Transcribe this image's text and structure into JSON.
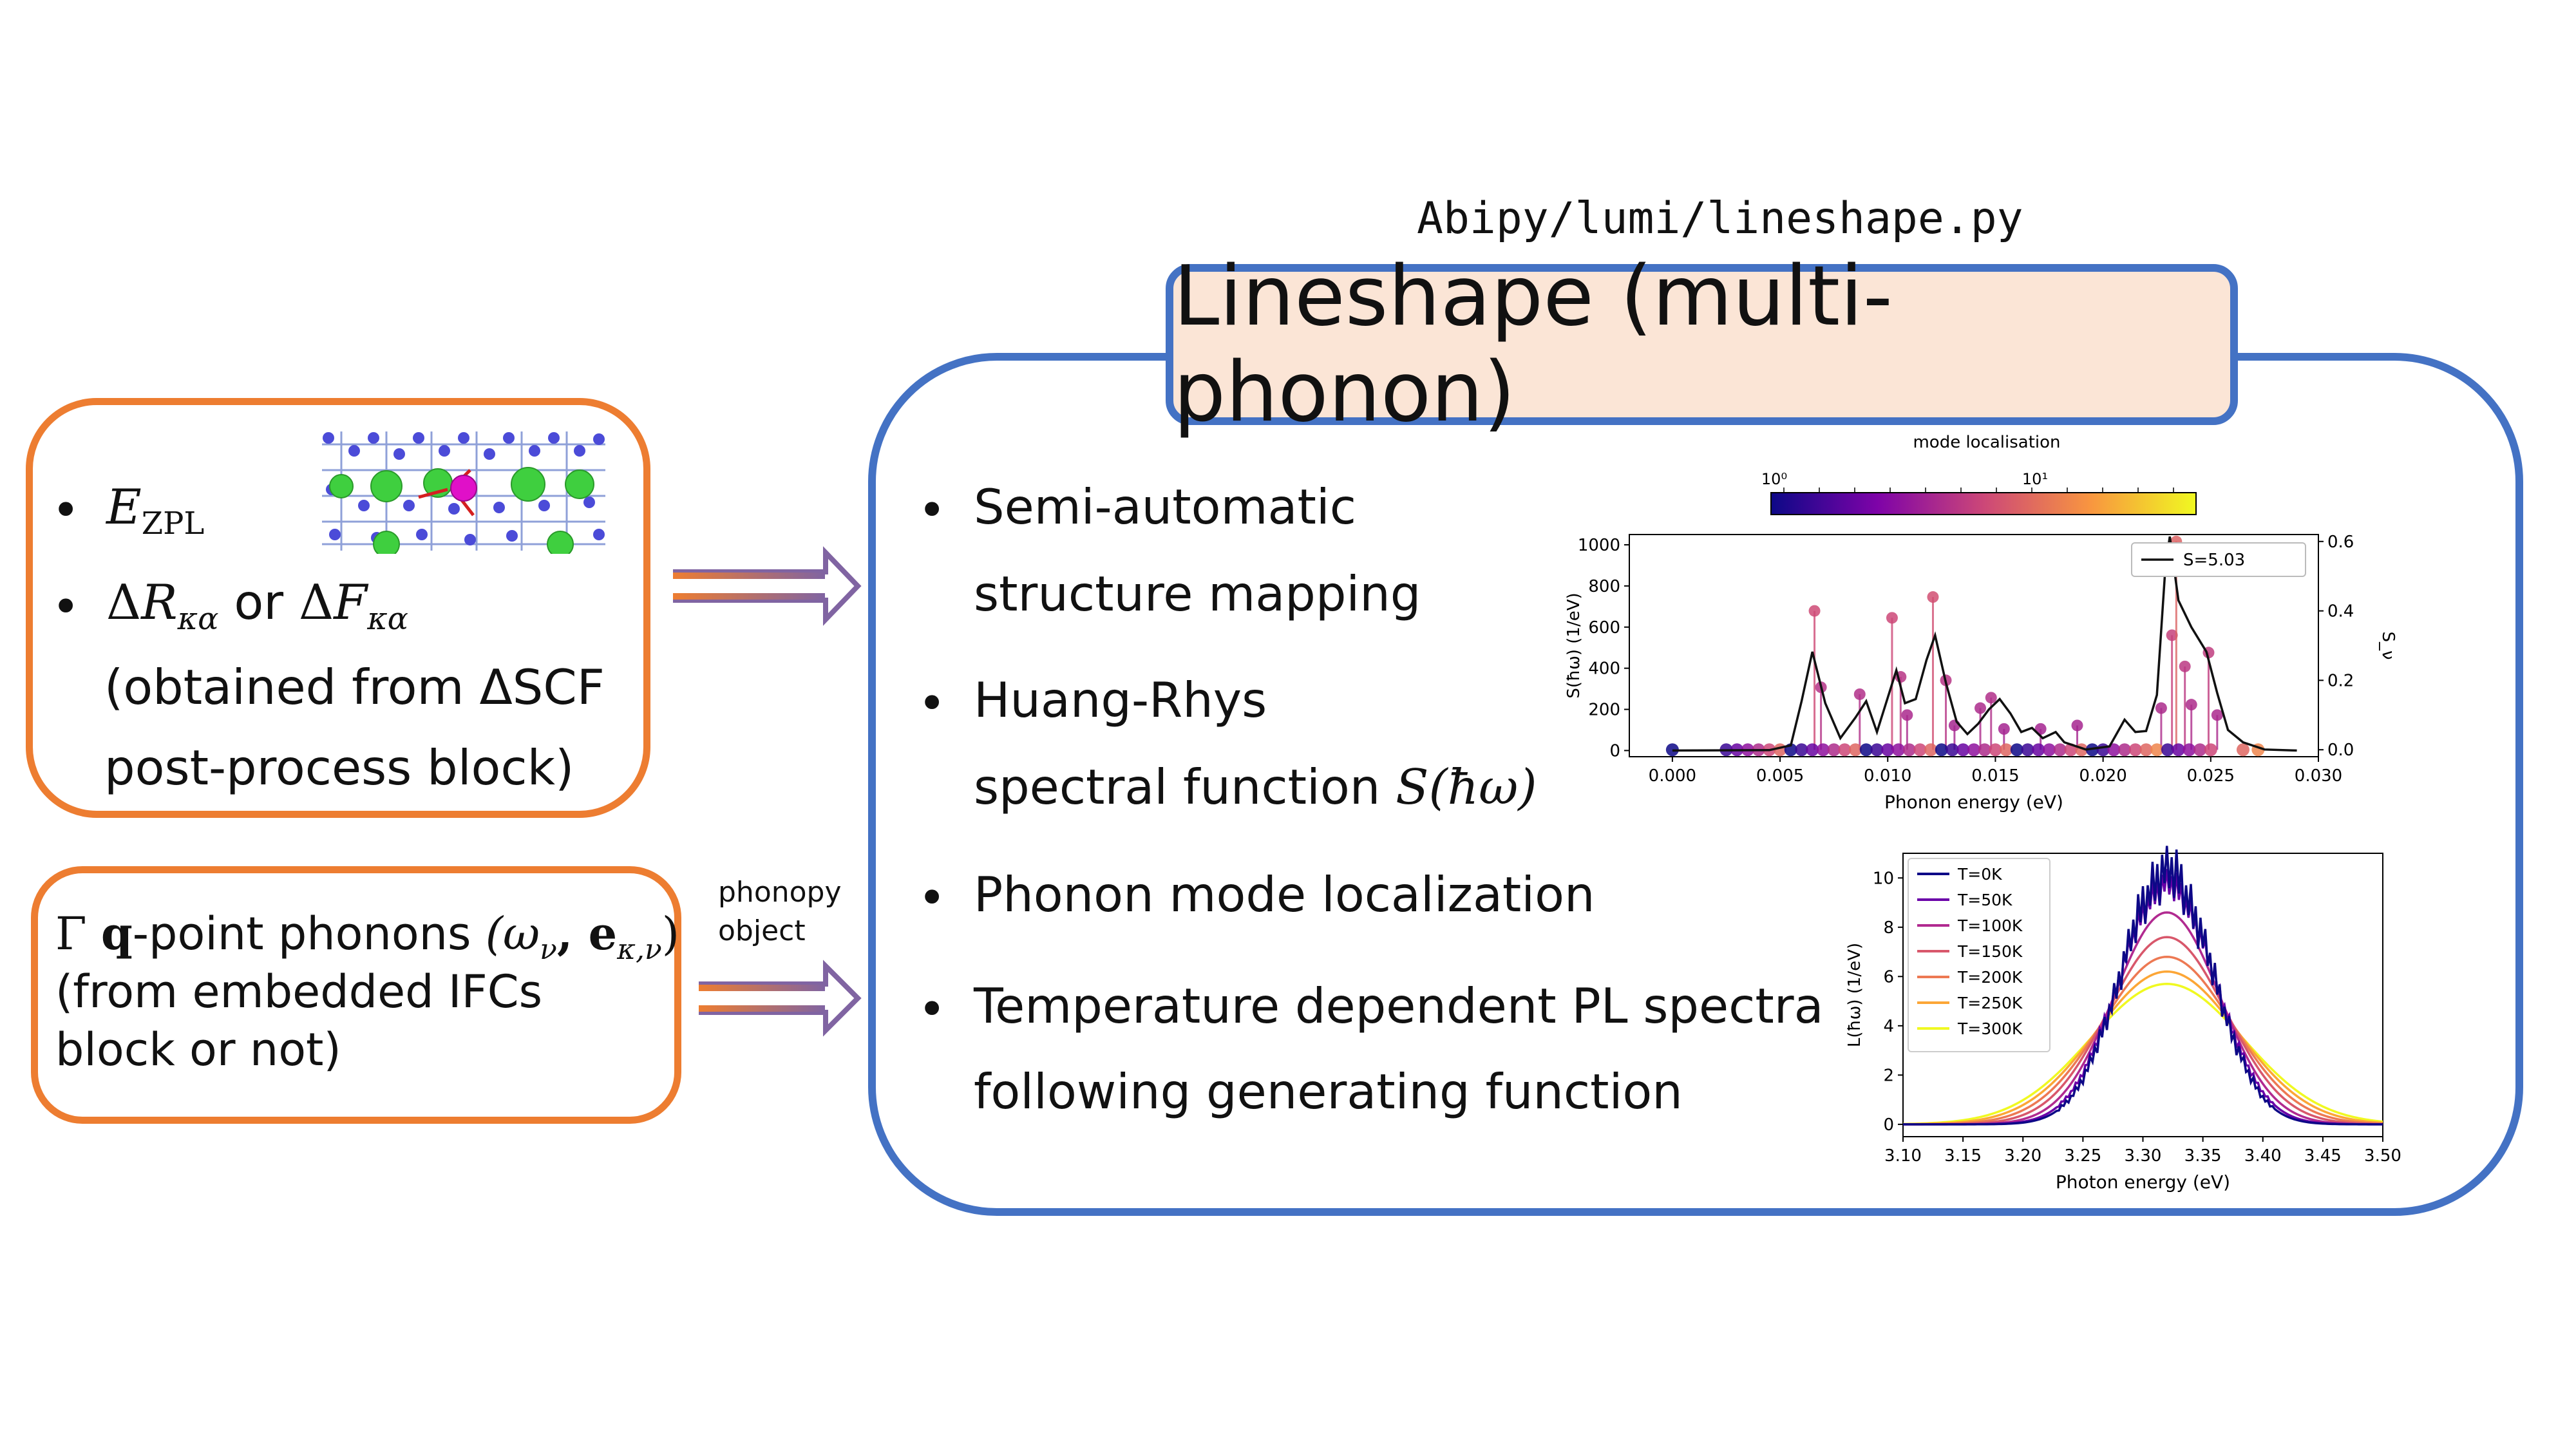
{
  "module_path": "Abipy/lumi/lineshape.py",
  "title": "Lineshape (multi-phonon)",
  "left_top": {
    "e_zpl": {
      "symbol": "E",
      "subscript": "ZPL"
    },
    "delta_line": {
      "delta": "Δ",
      "r": "R",
      "f": "F",
      "sub": "κα",
      "or": "or"
    },
    "obtained_1": "(obtained from ΔSCF",
    "obtained_2": "post-process block)"
  },
  "left_bottom": {
    "gamma": "Γ",
    "qpoint": "q",
    "line1": "-point phonons",
    "tuple": "(ω",
    "tuple_sub1": "ν",
    "tuple_mid": ", e",
    "tuple_sub2": "κ,ν",
    "tuple_end": ")",
    "line2": "(from embedded IFCs",
    "line3": "block or not)"
  },
  "phonopy_label_1": "phonopy",
  "phonopy_label_2": "object",
  "bullets": {
    "b1_l1": "Semi-automatic",
    "b1_l2": "structure mapping",
    "b2_l1": "Huang-Rhys",
    "b2_l2": "spectral function",
    "b2_math": "S(ħω)",
    "b3": "Phonon mode localization",
    "b4_l1": "Temperature dependent PL spectra",
    "b4_l2": "following generating function"
  },
  "colors": {
    "orange": "#ED7D31",
    "blue": "#4472C4",
    "title_fill": "#FBE5D6",
    "arrow": "#8064A2"
  },
  "chart_data": [
    {
      "type": "scatter",
      "colorbar_label": "mode localisation",
      "colorbar_ticks": [
        "10⁰",
        "10¹"
      ],
      "xlabel": "Phonon energy (eV)",
      "ylabel": "S(ħω)  (1/eV)",
      "ylabel_right": "S_ν",
      "xlim": [
        -0.002,
        0.03
      ],
      "ylim": [
        -30,
        1050
      ],
      "ylim_right": [
        -0.02,
        0.62
      ],
      "x_ticks": [
        "0.000",
        "0.005",
        "0.010",
        "0.015",
        "0.020",
        "0.025",
        "0.030"
      ],
      "y_ticks": [
        "0",
        "200",
        "400",
        "600",
        "800",
        "1000"
      ],
      "y_right_ticks": [
        "0.0",
        "0.2",
        "0.4",
        "0.6"
      ],
      "legend": "S=5.03",
      "curve": [
        [
          0.0,
          0
        ],
        [
          0.0045,
          2
        ],
        [
          0.0055,
          25
        ],
        [
          0.006,
          240
        ],
        [
          0.0065,
          480
        ],
        [
          0.0071,
          230
        ],
        [
          0.0078,
          60
        ],
        [
          0.0085,
          160
        ],
        [
          0.009,
          240
        ],
        [
          0.0095,
          90
        ],
        [
          0.0101,
          290
        ],
        [
          0.0104,
          390
        ],
        [
          0.0108,
          230
        ],
        [
          0.0113,
          250
        ],
        [
          0.0118,
          440
        ],
        [
          0.0122,
          560
        ],
        [
          0.0127,
          330
        ],
        [
          0.0132,
          140
        ],
        [
          0.0137,
          80
        ],
        [
          0.0142,
          130
        ],
        [
          0.0147,
          200
        ],
        [
          0.0152,
          250
        ],
        [
          0.0157,
          180
        ],
        [
          0.0162,
          90
        ],
        [
          0.0167,
          110
        ],
        [
          0.0172,
          60
        ],
        [
          0.0178,
          90
        ],
        [
          0.0182,
          40
        ],
        [
          0.0192,
          5
        ],
        [
          0.0203,
          20
        ],
        [
          0.021,
          150
        ],
        [
          0.0215,
          90
        ],
        [
          0.022,
          95
        ],
        [
          0.0225,
          270
        ],
        [
          0.0229,
          900
        ],
        [
          0.0231,
          1040
        ],
        [
          0.0235,
          730
        ],
        [
          0.0241,
          600
        ],
        [
          0.0248,
          480
        ],
        [
          0.0253,
          280
        ],
        [
          0.0258,
          100
        ],
        [
          0.0265,
          40
        ],
        [
          0.0275,
          5
        ],
        [
          0.029,
          0
        ]
      ],
      "sticks": [
        [
          0.0066,
          0.4
        ],
        [
          0.0069,
          0.18
        ],
        [
          0.0087,
          0.16
        ],
        [
          0.0102,
          0.38
        ],
        [
          0.0106,
          0.21
        ],
        [
          0.0109,
          0.1
        ],
        [
          0.0121,
          0.44
        ],
        [
          0.0127,
          0.2
        ],
        [
          0.0131,
          0.07
        ],
        [
          0.0143,
          0.12
        ],
        [
          0.0148,
          0.15
        ],
        [
          0.0154,
          0.06
        ],
        [
          0.0171,
          0.06
        ],
        [
          0.0188,
          0.07
        ],
        [
          0.0227,
          0.12
        ],
        [
          0.0232,
          0.33
        ],
        [
          0.0234,
          0.6
        ],
        [
          0.0238,
          0.24
        ],
        [
          0.0241,
          0.13
        ],
        [
          0.0249,
          0.28
        ],
        [
          0.0253,
          0.1
        ]
      ],
      "scatter_points": [
        [
          0.0,
          0.0
        ],
        [
          0.0025,
          0.0
        ],
        [
          0.003,
          0.0
        ],
        [
          0.0035,
          0.0
        ],
        [
          0.004,
          0.0
        ],
        [
          0.0045,
          0.0
        ],
        [
          0.005,
          0.0
        ],
        [
          0.0055,
          0.0
        ],
        [
          0.006,
          0.0
        ],
        [
          0.0065,
          0.0
        ],
        [
          0.007,
          0.0
        ],
        [
          0.0075,
          0.0
        ],
        [
          0.008,
          0.0
        ],
        [
          0.0085,
          0.0
        ],
        [
          0.009,
          0.0
        ],
        [
          0.0095,
          0.0
        ],
        [
          0.01,
          0.0
        ],
        [
          0.0105,
          0.0
        ],
        [
          0.011,
          0.0
        ],
        [
          0.0115,
          0.0
        ],
        [
          0.012,
          0.0
        ],
        [
          0.0125,
          0.0
        ],
        [
          0.013,
          0.0
        ],
        [
          0.0135,
          0.0
        ],
        [
          0.014,
          0.0
        ],
        [
          0.0145,
          0.0
        ],
        [
          0.015,
          0.0
        ],
        [
          0.0155,
          0.0
        ],
        [
          0.016,
          0.0
        ],
        [
          0.0165,
          0.0
        ],
        [
          0.017,
          0.0
        ],
        [
          0.0175,
          0.0
        ],
        [
          0.018,
          0.0
        ],
        [
          0.0185,
          0.0
        ],
        [
          0.019,
          0.0
        ],
        [
          0.0195,
          0.0
        ],
        [
          0.02,
          0.0
        ],
        [
          0.0205,
          0.0
        ],
        [
          0.021,
          0.0
        ],
        [
          0.0215,
          0.0
        ],
        [
          0.022,
          0.0
        ],
        [
          0.0225,
          0.0
        ],
        [
          0.023,
          0.0
        ],
        [
          0.0235,
          0.0
        ],
        [
          0.024,
          0.0
        ],
        [
          0.0245,
          0.0
        ],
        [
          0.025,
          0.0
        ],
        [
          0.0265,
          0.0
        ],
        [
          0.0272,
          0.0
        ]
      ],
      "cmap": [
        "#0d0887",
        "#7e03a8",
        "#cc4778",
        "#f89540",
        "#f0f921"
      ]
    },
    {
      "type": "line",
      "xlabel": "Photon energy (eV)",
      "ylabel": "L(ħω)  (1/eV)",
      "xlim": [
        3.1,
        3.5
      ],
      "ylim": [
        -0.5,
        11
      ],
      "x_ticks": [
        "3.10",
        "3.15",
        "3.20",
        "3.25",
        "3.30",
        "3.35",
        "3.40",
        "3.45",
        "3.50"
      ],
      "y_ticks": [
        "0",
        "2",
        "4",
        "6",
        "8",
        "10"
      ],
      "center": 3.32,
      "series": [
        {
          "name": "T=0K",
          "color": "#0d0887",
          "peak": 10.2,
          "sigma": 0.038,
          "noise": 1
        },
        {
          "name": "T=50K",
          "color": "#6a00a8",
          "peak": 9.7,
          "sigma": 0.04,
          "noise": 0.6
        },
        {
          "name": "T=100K",
          "color": "#b12a90",
          "peak": 8.6,
          "sigma": 0.044,
          "noise": 0
        },
        {
          "name": "T=150K",
          "color": "#d8576b",
          "peak": 7.6,
          "sigma": 0.049,
          "noise": 0
        },
        {
          "name": "T=200K",
          "color": "#ed7953",
          "peak": 6.8,
          "sigma": 0.054,
          "noise": 0
        },
        {
          "name": "T=250K",
          "color": "#fca636",
          "peak": 6.2,
          "sigma": 0.059,
          "noise": 0
        },
        {
          "name": "T=300K",
          "color": "#f0f921",
          "peak": 5.7,
          "sigma": 0.064,
          "noise": 0
        }
      ]
    }
  ]
}
